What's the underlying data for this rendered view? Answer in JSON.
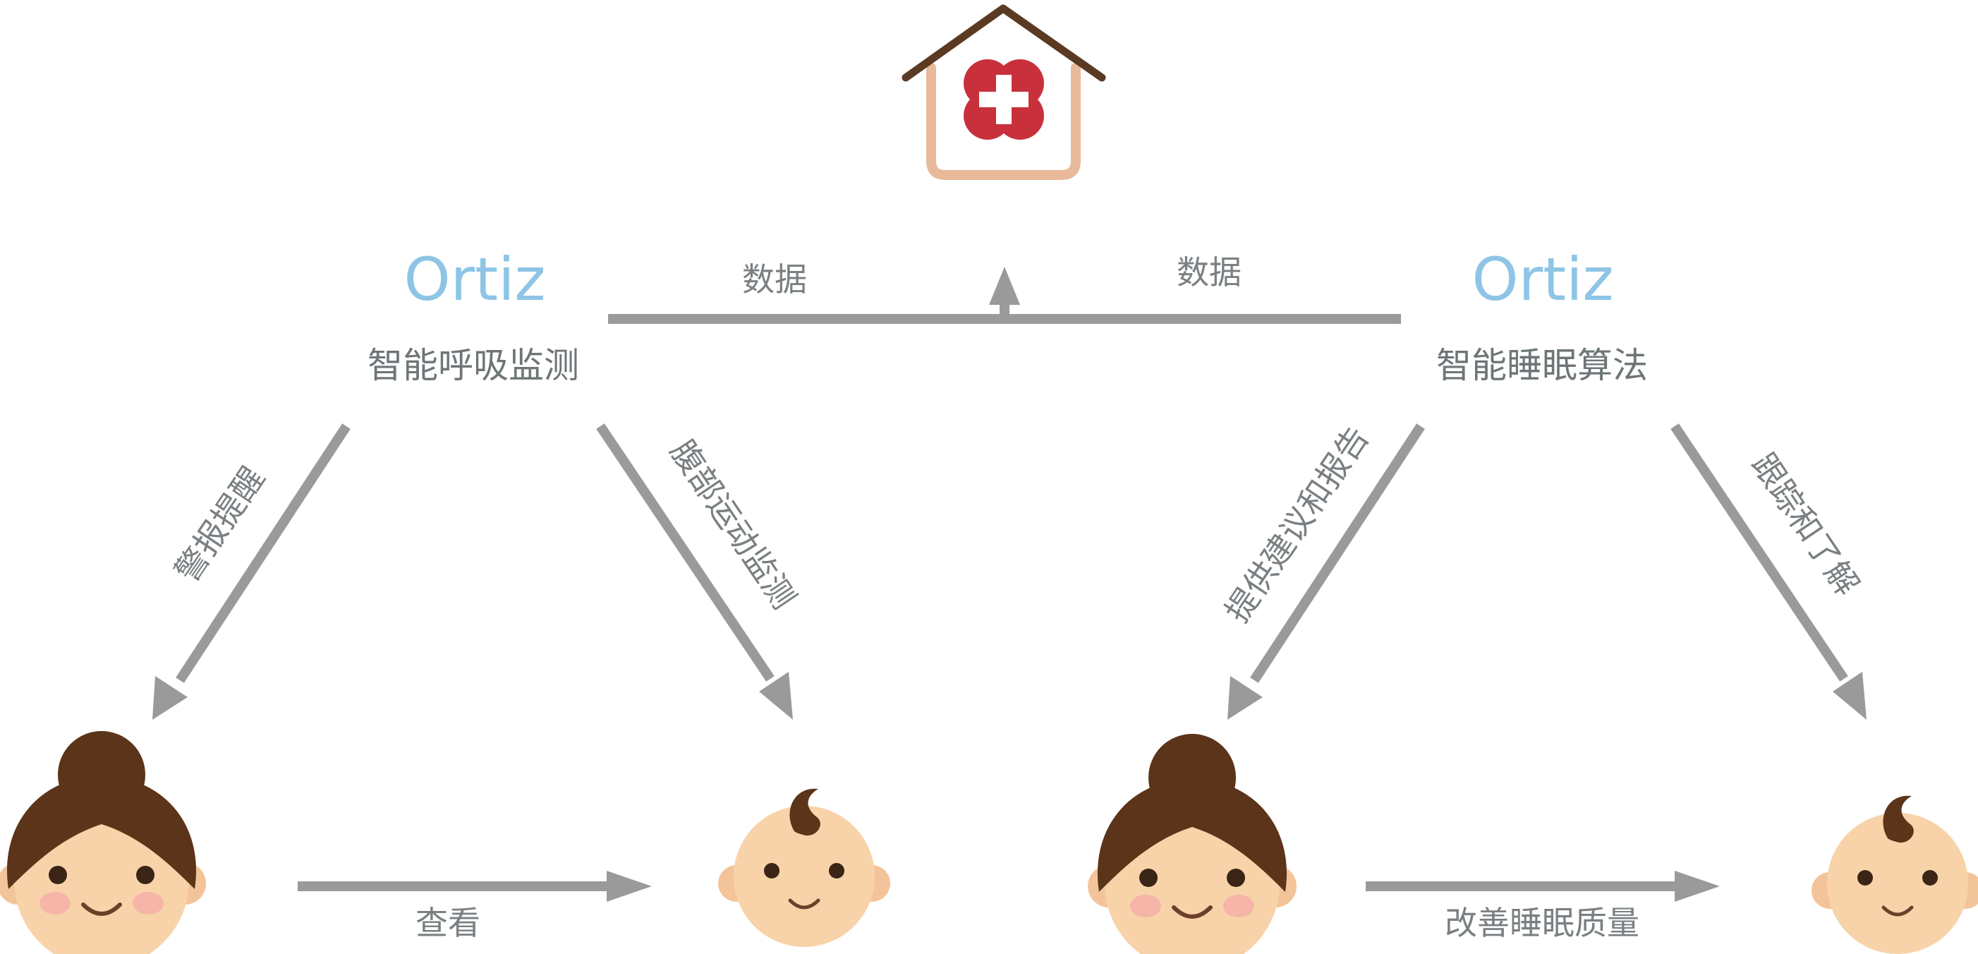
{
  "colors": {
    "brand": "#8ec5e6",
    "subtitle": "#6e7577",
    "edge_label": "#7a7f82",
    "arrow": "#9a9a9a",
    "hospital_roof": "#5a3a22",
    "hospital_walls": "#e8b99a",
    "hospital_cross": "#c8313c",
    "hair": "#5b3419",
    "skin": "#f8d3a9",
    "cheek": "#f6b5a8"
  },
  "hospital": {
    "icon": "hospital-icon"
  },
  "left_node": {
    "brand": "Ortiz",
    "subtitle": "智能呼吸监测"
  },
  "right_node": {
    "brand": "Ortiz",
    "subtitle": "智能睡眠算法"
  },
  "top_edge": {
    "left_label": "数据",
    "right_label": "数据"
  },
  "edges": {
    "left_alert": "警报提醒",
    "left_monitor": "腹部运动监测",
    "left_view": "查看",
    "right_advice": "提供建议和报告",
    "right_track": "跟踪和了解",
    "right_improve": "改善睡眠质量"
  },
  "figures": {
    "mother_icon": "mother-icon",
    "baby_icon": "baby-icon"
  }
}
